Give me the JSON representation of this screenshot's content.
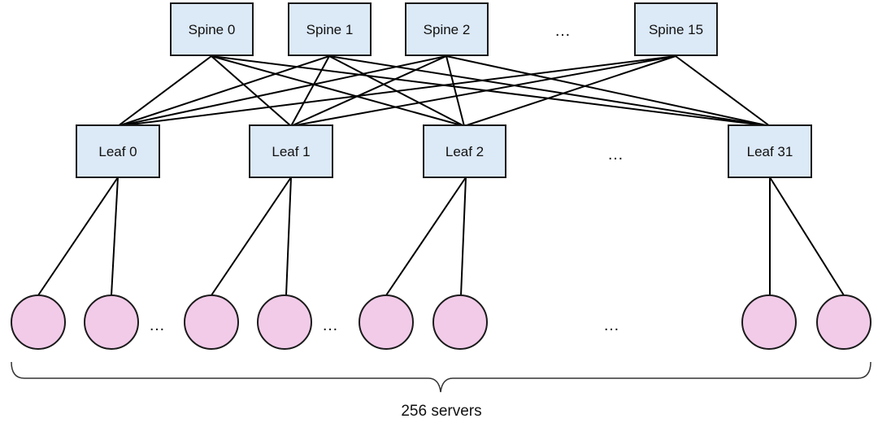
{
  "spines": [
    {
      "label": "Spine 0"
    },
    {
      "label": "Spine 1"
    },
    {
      "label": "Spine 2"
    },
    {
      "label": "Spine 15"
    }
  ],
  "spine_ellipsis": "…",
  "leaves": [
    {
      "label": "Leaf 0"
    },
    {
      "label": "Leaf 1"
    },
    {
      "label": "Leaf 2"
    },
    {
      "label": "Leaf 31"
    }
  ],
  "leaf_ellipsis": "…",
  "server_ellipses": [
    "…",
    "…",
    "…"
  ],
  "server_count_label": "256 servers"
}
